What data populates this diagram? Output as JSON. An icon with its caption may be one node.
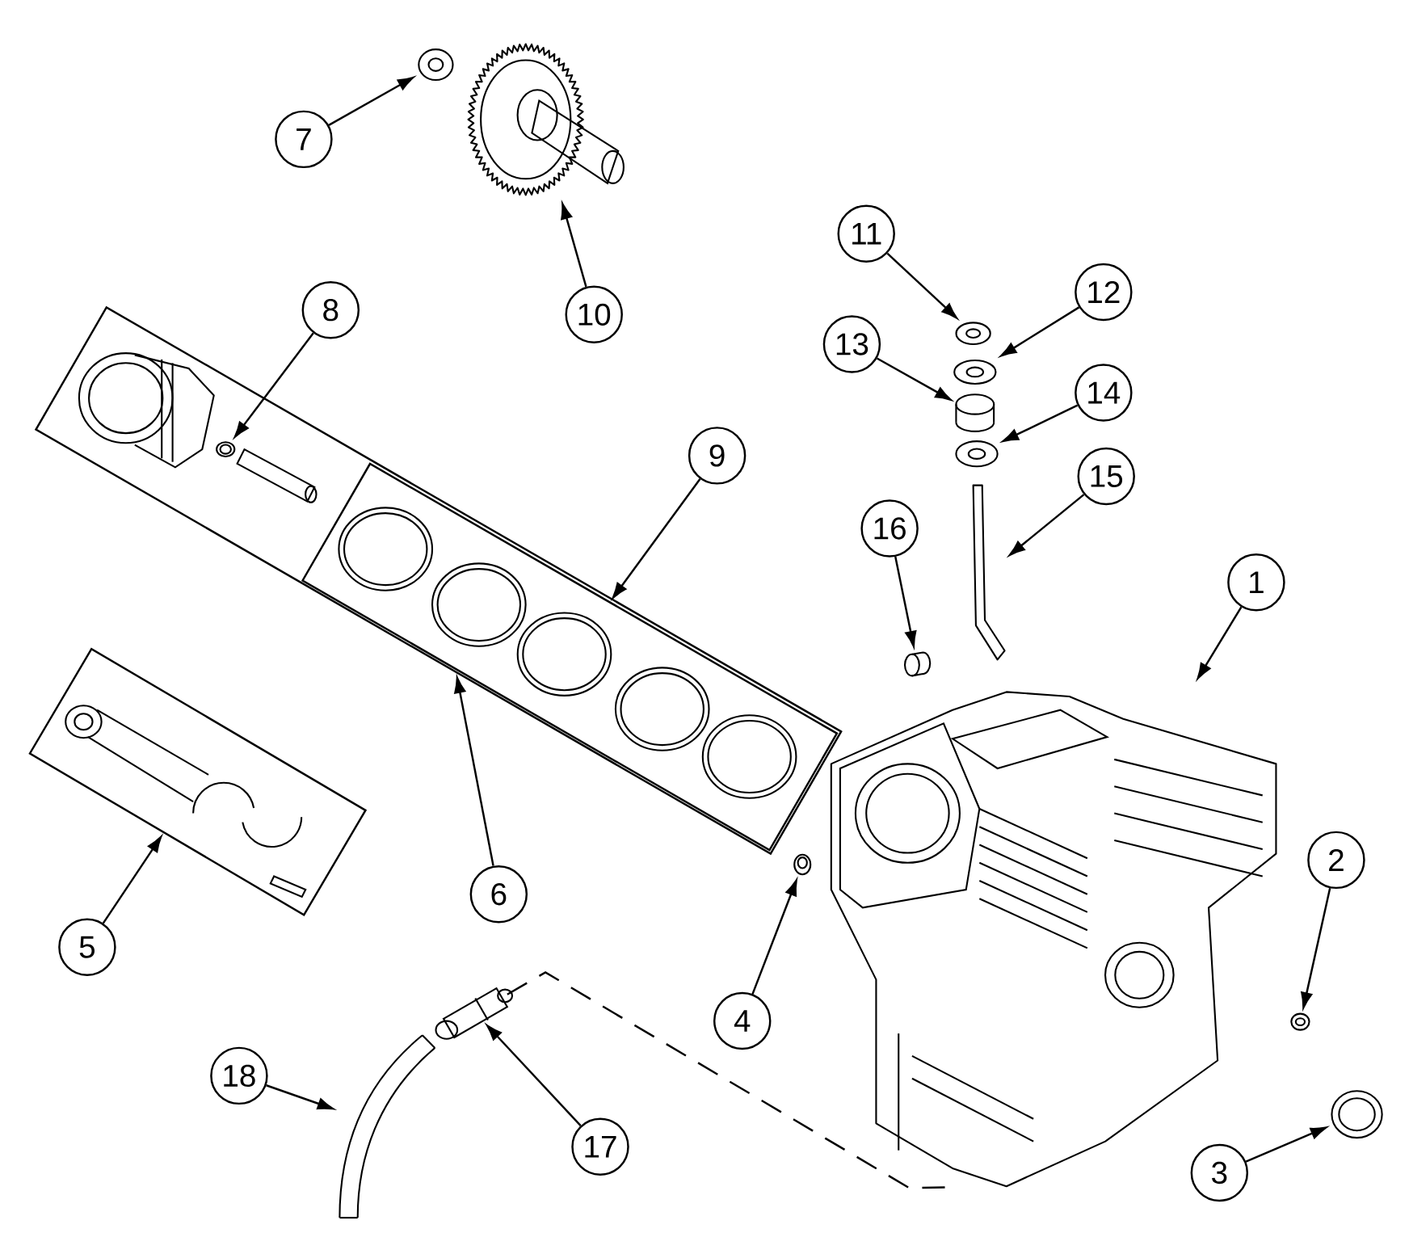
{
  "diagram": {
    "nodes": [
      {
        "text": [
          "1"
        ]
      },
      {
        "text": [
          "2"
        ]
      },
      {
        "text": [
          "3"
        ]
      },
      {
        "text": [
          "4"
        ]
      },
      {
        "text": [
          "5"
        ]
      },
      {
        "text": [
          "6"
        ]
      },
      {
        "text": [
          "7"
        ]
      },
      {
        "text": [
          "8"
        ]
      },
      {
        "text": [
          "9"
        ]
      },
      {
        "text": [
          "10"
        ]
      },
      {
        "text": [
          "11"
        ]
      },
      {
        "text": [
          "12"
        ]
      },
      {
        "text": [
          "13"
        ]
      },
      {
        "text": [
          "14"
        ]
      },
      {
        "text": [
          "15"
        ]
      },
      {
        "text": [
          "16"
        ]
      },
      {
        "text": [
          "17"
        ]
      },
      {
        "text": [
          "18"
        ]
      },
      {
        "text": [],
        "shape": "picture"
      },
      {
        "text": [],
        "shape": "picture"
      },
      {
        "text": [],
        "shape": "picture"
      },
      {
        "text": [],
        "shape": "picture"
      },
      {
        "text": [],
        "shape": "box"
      },
      {
        "text": [],
        "shape": "box"
      },
      {
        "text": [],
        "shape": "picture"
      },
      {
        "text": [],
        "shape": "picture",
        "in": 23
      },
      {
        "text": [],
        "shape": "box",
        "in": 23
      },
      {
        "text": [],
        "shape": "picture"
      },
      {
        "text": [],
        "shape": "picture"
      },
      {
        "text": [],
        "shape": "picture"
      },
      {
        "text": [],
        "shape": "picture"
      },
      {
        "text": [],
        "shape": "picture"
      },
      {
        "text": [],
        "shape": "picture"
      },
      {
        "text": [],
        "shape": "cylinder"
      },
      {
        "text": [],
        "shape": "picture"
      },
      {
        "text": [],
        "shape": "picture"
      }
    ],
    "edges": [
      {
        "from": 0,
        "to": 18,
        "arrow": "to"
      },
      {
        "from": 1,
        "to": 19,
        "arrow": "to"
      },
      {
        "from": 2,
        "to": 20,
        "arrow": "to"
      },
      {
        "from": 3,
        "to": 21,
        "arrow": "to"
      },
      {
        "from": 4,
        "to": 22,
        "arrow": "to"
      },
      {
        "from": 5,
        "to": 23,
        "arrow": "to"
      },
      {
        "from": 6,
        "to": 24,
        "arrow": "to"
      },
      {
        "from": 7,
        "to": 25,
        "arrow": "to"
      },
      {
        "from": 8,
        "to": 26,
        "arrow": "to"
      },
      {
        "from": 9,
        "to": 27,
        "arrow": "to"
      },
      {
        "from": 10,
        "to": 28,
        "arrow": "to"
      },
      {
        "from": 11,
        "to": 29,
        "arrow": "to"
      },
      {
        "from": 12,
        "to": 30,
        "arrow": "to"
      },
      {
        "from": 13,
        "to": 31,
        "arrow": "to"
      },
      {
        "from": 14,
        "to": 32,
        "arrow": "to"
      },
      {
        "from": 15,
        "to": 33,
        "arrow": "to"
      },
      {
        "from": 16,
        "to": 34,
        "arrow": "to"
      },
      {
        "from": 17,
        "to": 35,
        "arrow": "to"
      },
      {
        "from": 34,
        "to": 18,
        "arrow": "none",
        "style": "dashed"
      }
    ]
  }
}
